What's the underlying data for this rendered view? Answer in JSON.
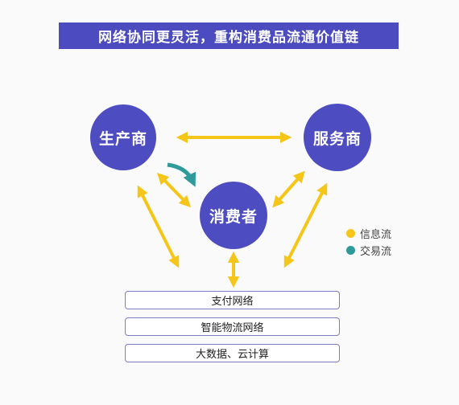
{
  "title": "网络协同更灵活，重构消费品流通价值链",
  "nodes": {
    "producer": "生产商",
    "service": "服务商",
    "consumer": "消费者"
  },
  "legend": [
    {
      "label": "信息流",
      "color": "#f5c518"
    },
    {
      "label": "交易流",
      "color": "#2e9a9a"
    }
  ],
  "layers": [
    "支付网络",
    "智能物流网络",
    "大数据、云计算"
  ],
  "colors": {
    "node": "#4d4cc0",
    "title_bg": "#4c4bbf",
    "info_flow": "#f5c518",
    "trade_flow": "#2e9a9a"
  }
}
